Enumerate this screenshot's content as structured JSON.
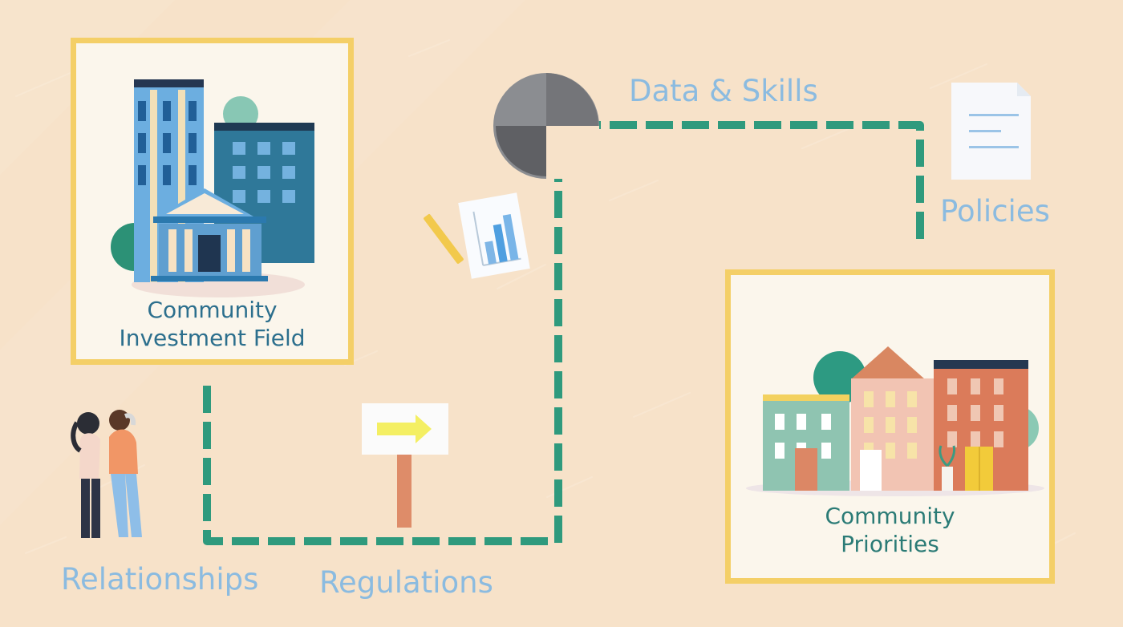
{
  "labels": {
    "community_investment_field": "Community\nInvestment Field",
    "community_priorities": "Community\nPriorities",
    "data_skills": "Data & Skills",
    "policies": "Policies",
    "relationships": "Relationships",
    "regulations": "Regulations"
  },
  "colors": {
    "background": "#f7e2c9",
    "frame_border": "#f4cf67",
    "path": "#2f9a7d",
    "text_primary": "#2c6f8d",
    "text_secondary": "#2b7b76",
    "light_label": "#8bbbe0"
  },
  "icons": {
    "building_group": "office-buildings-icon",
    "pie_chart": "pie-chart-icon",
    "document": "document-icon",
    "bar_chart": "bar-chart-icon",
    "pencil": "pencil-icon",
    "signpost": "signpost-arrow-icon",
    "people": "people-icon",
    "neighborhood": "neighborhood-buildings-icon"
  }
}
